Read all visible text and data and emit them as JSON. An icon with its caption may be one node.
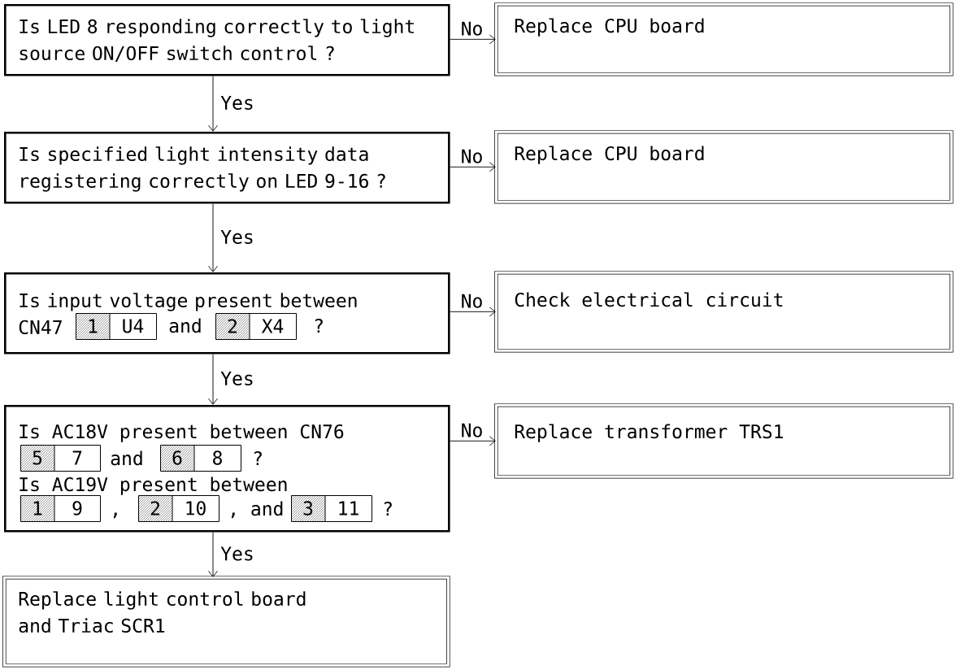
{
  "diagram": {
    "nodes": [
      {
        "text": [
          "Is LED 8 responding correctly to light source ON/OFF switch control ?"
        ]
      },
      {
        "text": [
          "Replace CPU board"
        ]
      },
      {
        "text": [
          "Is specified light intensity data registering correctly on LED 9-16 ?"
        ]
      },
      {
        "text": [
          "Replace CPU board"
        ]
      },
      {
        "text": [
          "Is input voltage present between CN47",
          "and",
          "?"
        ]
      },
      {
        "text": [
          "1",
          "U4"
        ],
        "in": 4
      },
      {
        "text": [
          "2",
          "X4"
        ],
        "in": 4
      },
      {
        "text": [
          "Check electrical circuit"
        ]
      },
      {
        "text": [
          "Is AC18V present between CN76",
          "and",
          "?",
          "Is AC19V present between",
          ",",
          ", and",
          "?"
        ]
      },
      {
        "text": [
          "5",
          "7"
        ],
        "in": 8
      },
      {
        "text": [
          "6",
          "8"
        ],
        "in": 8
      },
      {
        "text": [
          "1",
          "9"
        ],
        "in": 8
      },
      {
        "text": [
          "2",
          "10"
        ],
        "in": 8
      },
      {
        "text": [
          "3",
          "11"
        ],
        "in": 8
      },
      {
        "text": [
          "Replace transformer TRS1"
        ]
      },
      {
        "text": [
          "Replace light control board and Triac SCR1"
        ]
      }
    ],
    "edges": [
      {
        "from": 0,
        "to": 1,
        "arrow": "to",
        "label": "No"
      },
      {
        "from": 0,
        "to": 2,
        "arrow": "to",
        "label": "Yes"
      },
      {
        "from": 2,
        "to": 3,
        "arrow": "to",
        "label": "No"
      },
      {
        "from": 2,
        "to": 4,
        "arrow": "to",
        "label": "Yes"
      },
      {
        "from": 4,
        "to": 7,
        "arrow": "to",
        "label": "No"
      },
      {
        "from": 4,
        "to": 8,
        "arrow": "to",
        "label": "Yes"
      },
      {
        "from": 8,
        "to": 14,
        "arrow": "to",
        "label": "No"
      },
      {
        "from": 8,
        "to": 15,
        "arrow": "to",
        "label": "Yes"
      }
    ]
  }
}
